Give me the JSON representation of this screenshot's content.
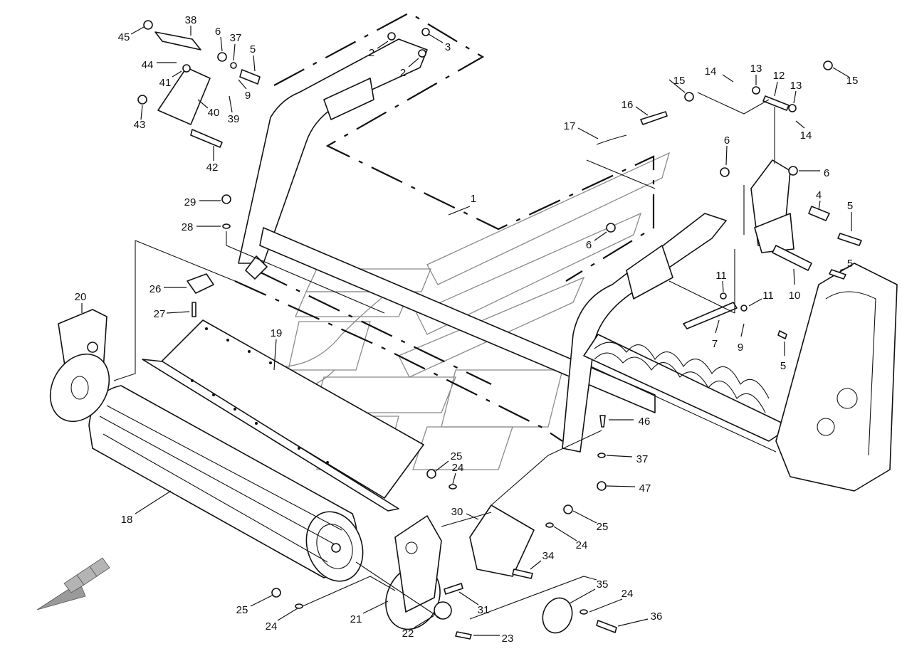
{
  "callouts": [
    {
      "id": "c1",
      "text": "1"
    },
    {
      "id": "c2a",
      "text": "2"
    },
    {
      "id": "c2b",
      "text": "2"
    },
    {
      "id": "c3",
      "text": "3"
    },
    {
      "id": "c4",
      "text": "4"
    },
    {
      "id": "c5a",
      "text": "5"
    },
    {
      "id": "c5b",
      "text": "5"
    },
    {
      "id": "c5c",
      "text": "5"
    },
    {
      "id": "c5d",
      "text": "5"
    },
    {
      "id": "c6a",
      "text": "6"
    },
    {
      "id": "c6b",
      "text": "6"
    },
    {
      "id": "c6c",
      "text": "6"
    },
    {
      "id": "c6d",
      "text": "6"
    },
    {
      "id": "c7",
      "text": "7"
    },
    {
      "id": "c9a",
      "text": "9"
    },
    {
      "id": "c9b",
      "text": "9"
    },
    {
      "id": "c10",
      "text": "10"
    },
    {
      "id": "c11a",
      "text": "11"
    },
    {
      "id": "c11b",
      "text": "11"
    },
    {
      "id": "c12",
      "text": "12"
    },
    {
      "id": "c13a",
      "text": "13"
    },
    {
      "id": "c13b",
      "text": "13"
    },
    {
      "id": "c14a",
      "text": "14"
    },
    {
      "id": "c14b",
      "text": "14"
    },
    {
      "id": "c15a",
      "text": "15"
    },
    {
      "id": "c15b",
      "text": "15"
    },
    {
      "id": "c16",
      "text": "16"
    },
    {
      "id": "c17",
      "text": "17"
    },
    {
      "id": "c18",
      "text": "18"
    },
    {
      "id": "c19",
      "text": "19"
    },
    {
      "id": "c20",
      "text": "20"
    },
    {
      "id": "c21",
      "text": "21"
    },
    {
      "id": "c22",
      "text": "22"
    },
    {
      "id": "c23",
      "text": "23"
    },
    {
      "id": "c24a",
      "text": "24"
    },
    {
      "id": "c24b",
      "text": "24"
    },
    {
      "id": "c24c",
      "text": "24"
    },
    {
      "id": "c24d",
      "text": "24"
    },
    {
      "id": "c25a",
      "text": "25"
    },
    {
      "id": "c25b",
      "text": "25"
    },
    {
      "id": "c25c",
      "text": "25"
    },
    {
      "id": "c26",
      "text": "26"
    },
    {
      "id": "c27",
      "text": "27"
    },
    {
      "id": "c28",
      "text": "28"
    },
    {
      "id": "c29",
      "text": "29"
    },
    {
      "id": "c30",
      "text": "30"
    },
    {
      "id": "c31",
      "text": "31"
    },
    {
      "id": "c34",
      "text": "34"
    },
    {
      "id": "c35",
      "text": "35"
    },
    {
      "id": "c36",
      "text": "36"
    },
    {
      "id": "c37a",
      "text": "37"
    },
    {
      "id": "c37b",
      "text": "37"
    },
    {
      "id": "c38",
      "text": "38"
    },
    {
      "id": "c39",
      "text": "39"
    },
    {
      "id": "c40",
      "text": "40"
    },
    {
      "id": "c41",
      "text": "41"
    },
    {
      "id": "c42",
      "text": "42"
    },
    {
      "id": "c43",
      "text": "43"
    },
    {
      "id": "c44",
      "text": "44"
    },
    {
      "id": "c45",
      "text": "45"
    },
    {
      "id": "c46",
      "text": "46"
    },
    {
      "id": "c47",
      "text": "47"
    }
  ],
  "icons": {
    "direction_arrow": "direction-arrow-icon",
    "watermark": "watermark-logo"
  },
  "colors": {
    "line": "#111111",
    "watermark": "#8a8a8a",
    "background": "#ffffff"
  }
}
